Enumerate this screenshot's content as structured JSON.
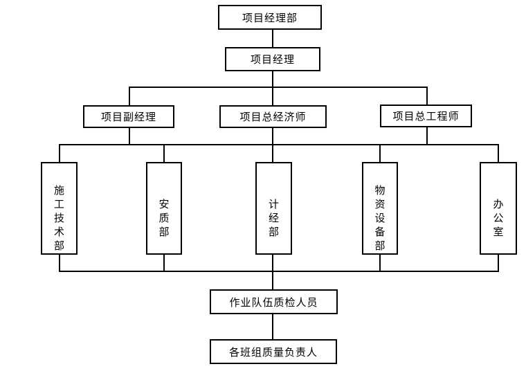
{
  "diagram": {
    "type": "org-chart",
    "background_color": "#ffffff",
    "line_color": "#000000",
    "box_border_color": "#000000",
    "text_color": "#000000",
    "nodes": [
      {
        "id": "project-manager-dept",
        "label": "项目经理部",
        "level": 1,
        "orientation": "horizontal"
      },
      {
        "id": "project-manager",
        "label": "项目经理",
        "level": 2,
        "orientation": "horizontal"
      },
      {
        "id": "deputy-project-manager",
        "label": "项目副经理",
        "level": 3,
        "orientation": "horizontal"
      },
      {
        "id": "chief-economist",
        "label": "项目总经济师",
        "level": 3,
        "orientation": "horizontal"
      },
      {
        "id": "chief-engineer",
        "label": "项目总工程师",
        "level": 3,
        "orientation": "horizontal"
      },
      {
        "id": "construction-technology-dept",
        "label": "施工技术部",
        "level": 4,
        "orientation": "vertical"
      },
      {
        "id": "safety-quality-dept",
        "label": "安质部",
        "level": 4,
        "orientation": "vertical"
      },
      {
        "id": "planning-economy-dept",
        "label": "计经部",
        "level": 4,
        "orientation": "vertical"
      },
      {
        "id": "materials-equipment-dept",
        "label": "物资设备部",
        "level": 4,
        "orientation": "vertical"
      },
      {
        "id": "office",
        "label": "办公室",
        "level": 4,
        "orientation": "vertical"
      },
      {
        "id": "team-quality-inspectors",
        "label": "作业队伍质检人员",
        "level": 5,
        "orientation": "horizontal"
      },
      {
        "id": "group-quality-leaders",
        "label": "各班组质量负责人",
        "level": 6,
        "orientation": "horizontal"
      }
    ],
    "edges": [
      {
        "from": "project-manager-dept",
        "to": "project-manager"
      },
      {
        "from": "project-manager",
        "to": "deputy-project-manager"
      },
      {
        "from": "project-manager",
        "to": "chief-economist"
      },
      {
        "from": "project-manager",
        "to": "chief-engineer"
      },
      {
        "from": "deputy-project-manager",
        "to": "construction-technology-dept"
      },
      {
        "from": "deputy-project-manager",
        "to": "safety-quality-dept"
      },
      {
        "from": "chief-economist",
        "to": "planning-economy-dept"
      },
      {
        "from": "chief-economist",
        "to": "materials-equipment-dept"
      },
      {
        "from": "chief-engineer",
        "to": "office"
      },
      {
        "from": "construction-technology-dept",
        "to": "team-quality-inspectors"
      },
      {
        "from": "safety-quality-dept",
        "to": "team-quality-inspectors"
      },
      {
        "from": "planning-economy-dept",
        "to": "team-quality-inspectors"
      },
      {
        "from": "materials-equipment-dept",
        "to": "team-quality-inspectors"
      },
      {
        "from": "office",
        "to": "team-quality-inspectors"
      },
      {
        "from": "team-quality-inspectors",
        "to": "group-quality-leaders"
      }
    ]
  }
}
